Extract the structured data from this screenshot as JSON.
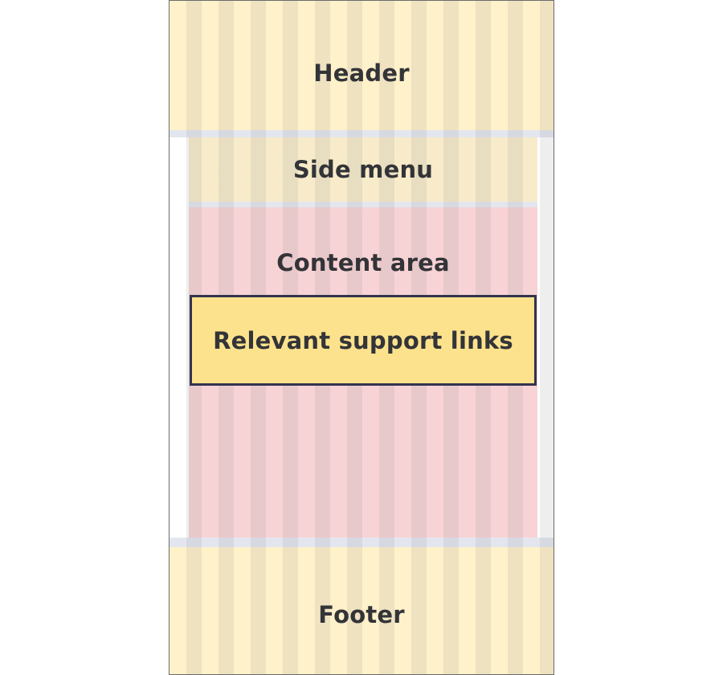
{
  "diagram": {
    "header": {
      "label": "Header"
    },
    "side_menu": {
      "label": "Side menu"
    },
    "content_area": {
      "label": "Content area"
    },
    "support_links": {
      "label": "Relevant support links"
    },
    "footer": {
      "label": "Footer"
    }
  },
  "colors": {
    "header_footer": "#fff1c9",
    "side_menu": "#f7ebc9",
    "content_area": "#f8d3d5",
    "support_links": "#fde28d",
    "support_border": "#32344f",
    "frame_border": "#6b6b6b",
    "text": "#333438"
  }
}
